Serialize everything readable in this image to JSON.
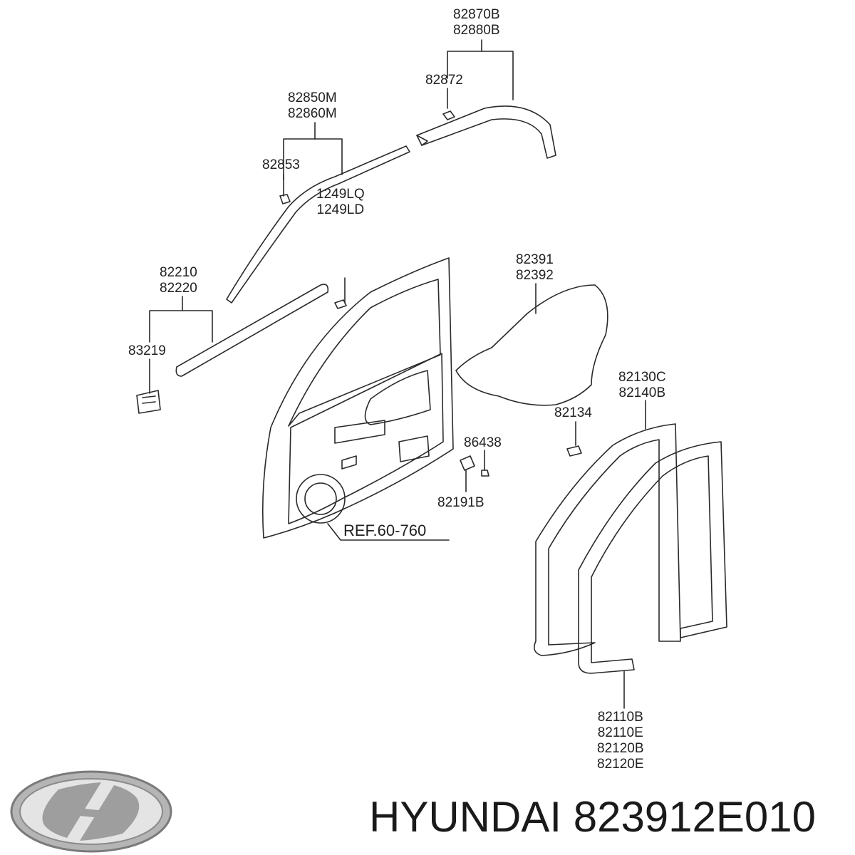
{
  "labels": {
    "top_molding": [
      "82870B",
      "82880B"
    ],
    "top_clip": "82872",
    "belt_molding": [
      "82850M",
      "82860M"
    ],
    "belt_clip": "82853",
    "bolt": [
      "1249LQ",
      "1249LD"
    ],
    "weatherstrip_outer": [
      "82210",
      "82220"
    ],
    "clip_83219": "83219",
    "sealing_cover": [
      "82391",
      "82392"
    ],
    "door_seal": [
      "82130C",
      "82140B"
    ],
    "clip_82134": "82134",
    "clip_86438": "86438",
    "clip_82191b": "82191B",
    "ref": "REF.60-760",
    "bottom_seal": [
      "82110B",
      "82110E",
      "82120B",
      "82120E"
    ]
  },
  "brand": {
    "logo": "hyundai-logo",
    "title": "HYUNDAI 823912E010"
  },
  "colors": {
    "line": "#2a2a2a",
    "text": "#222222",
    "logo": "#9a9a9a"
  }
}
